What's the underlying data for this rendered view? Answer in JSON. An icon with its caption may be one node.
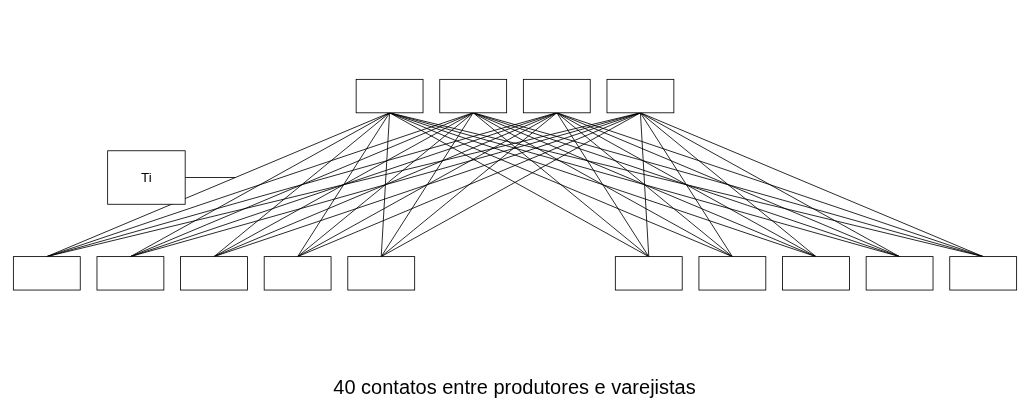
{
  "diagram": {
    "caption": "40 contatos entre produtores e varejistas",
    "nodes": [
      {
        "text": [],
        "shape": "box"
      },
      {
        "text": [],
        "shape": "box"
      },
      {
        "text": [],
        "shape": "box"
      },
      {
        "text": [],
        "shape": "box"
      },
      {
        "text": [
          "Ti"
        ]
      },
      {
        "text": [],
        "shape": "box"
      },
      {
        "text": [],
        "shape": "box"
      },
      {
        "text": [],
        "shape": "box"
      },
      {
        "text": [],
        "shape": "box"
      },
      {
        "text": [],
        "shape": "box"
      },
      {
        "text": [],
        "shape": "box"
      },
      {
        "text": [],
        "shape": "box"
      },
      {
        "text": [],
        "shape": "box"
      },
      {
        "text": [],
        "shape": "box"
      },
      {
        "text": [],
        "shape": "box"
      }
    ],
    "edges": [
      {
        "from": 0,
        "to": 5,
        "arrow": "none"
      },
      {
        "from": 0,
        "to": 6,
        "arrow": "none"
      },
      {
        "from": 0,
        "to": 7,
        "arrow": "none"
      },
      {
        "from": 0,
        "to": 8,
        "arrow": "none"
      },
      {
        "from": 0,
        "to": 9,
        "arrow": "none"
      },
      {
        "from": 0,
        "to": 10,
        "arrow": "none"
      },
      {
        "from": 0,
        "to": 11,
        "arrow": "none"
      },
      {
        "from": 0,
        "to": 12,
        "arrow": "none"
      },
      {
        "from": 0,
        "to": 13,
        "arrow": "none"
      },
      {
        "from": 0,
        "to": 14,
        "arrow": "none"
      },
      {
        "from": 1,
        "to": 5,
        "arrow": "none"
      },
      {
        "from": 1,
        "to": 6,
        "arrow": "none"
      },
      {
        "from": 1,
        "to": 7,
        "arrow": "none"
      },
      {
        "from": 1,
        "to": 8,
        "arrow": "none"
      },
      {
        "from": 1,
        "to": 9,
        "arrow": "none"
      },
      {
        "from": 1,
        "to": 10,
        "arrow": "none"
      },
      {
        "from": 1,
        "to": 11,
        "arrow": "none"
      },
      {
        "from": 1,
        "to": 12,
        "arrow": "none"
      },
      {
        "from": 1,
        "to": 13,
        "arrow": "none"
      },
      {
        "from": 1,
        "to": 14,
        "arrow": "none"
      },
      {
        "from": 2,
        "to": 5,
        "arrow": "none"
      },
      {
        "from": 2,
        "to": 6,
        "arrow": "none"
      },
      {
        "from": 2,
        "to": 7,
        "arrow": "none"
      },
      {
        "from": 2,
        "to": 8,
        "arrow": "none"
      },
      {
        "from": 2,
        "to": 9,
        "arrow": "none"
      },
      {
        "from": 2,
        "to": 10,
        "arrow": "none"
      },
      {
        "from": 2,
        "to": 11,
        "arrow": "none"
      },
      {
        "from": 2,
        "to": 12,
        "arrow": "none"
      },
      {
        "from": 2,
        "to": 13,
        "arrow": "none"
      },
      {
        "from": 2,
        "to": 14,
        "arrow": "none"
      },
      {
        "from": 3,
        "to": 5,
        "arrow": "none"
      },
      {
        "from": 3,
        "to": 6,
        "arrow": "none"
      },
      {
        "from": 3,
        "to": 7,
        "arrow": "none"
      },
      {
        "from": 3,
        "to": 8,
        "arrow": "none"
      },
      {
        "from": 3,
        "to": 9,
        "arrow": "none"
      },
      {
        "from": 3,
        "to": 10,
        "arrow": "none"
      },
      {
        "from": 3,
        "to": 11,
        "arrow": "none"
      },
      {
        "from": 3,
        "to": 12,
        "arrow": "none"
      },
      {
        "from": 3,
        "to": 13,
        "arrow": "none"
      },
      {
        "from": 3,
        "to": 14,
        "arrow": "none"
      },
      {
        "from": 4,
        "to": null,
        "arrow": "none"
      }
    ]
  }
}
